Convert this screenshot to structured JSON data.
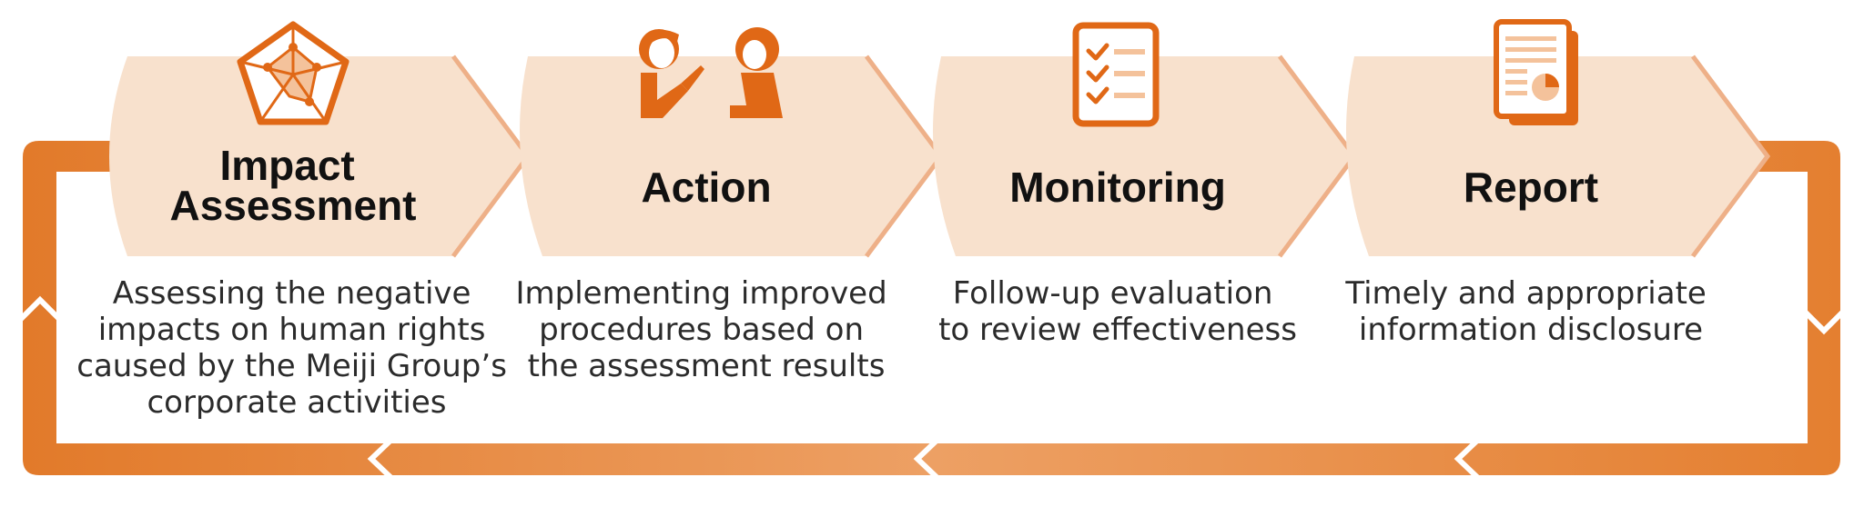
{
  "colors": {
    "chevron_fill": "#f8e1cd",
    "chevron_edge": "#eeb088",
    "loop_arrow": "#e58c3e",
    "icon_primary": "#e06816",
    "icon_light": "#f4c29b",
    "title_text": "#111111",
    "desc_text": "#2b2b2b"
  },
  "steps": [
    {
      "icon": "radar-chart-icon",
      "title_lines": [
        "Impact",
        "Assessment"
      ],
      "description_lines": [
        "Assessing the negative",
        "impacts on human rights",
        "caused by the Meiji Group’s",
        "corporate activities"
      ]
    },
    {
      "icon": "people-discussion-icon",
      "title_lines": [
        "Action"
      ],
      "description_lines": [
        "Implementing improved",
        "procedures based on",
        "the assessment results"
      ]
    },
    {
      "icon": "checklist-icon",
      "title_lines": [
        "Monitoring"
      ],
      "description_lines": [
        "Follow-up evaluation",
        "to review effectiveness"
      ]
    },
    {
      "icon": "report-document-icon",
      "title_lines": [
        "Report"
      ],
      "description_lines": [
        "Timely and appropriate",
        "information disclosure"
      ]
    }
  ]
}
